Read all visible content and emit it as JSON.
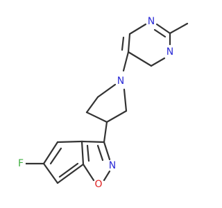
{
  "molecule": {
    "atoms": [
      {
        "label": "N",
        "color": "#2b2bd6"
      },
      {
        "label": "N",
        "color": "#2b2bd6"
      },
      {
        "label": "N",
        "color": "#2b2bd6"
      },
      {
        "label": "N",
        "color": "#2b2bd6"
      },
      {
        "label": "O",
        "color": "#e02020"
      },
      {
        "label": "F",
        "color": "#3fae3f"
      }
    ]
  },
  "colors": {
    "bond": "#333333",
    "nitrogen": "#2b2bd6",
    "oxygen": "#e02020",
    "fluorine": "#3fae3f",
    "background": "#ffffff"
  }
}
